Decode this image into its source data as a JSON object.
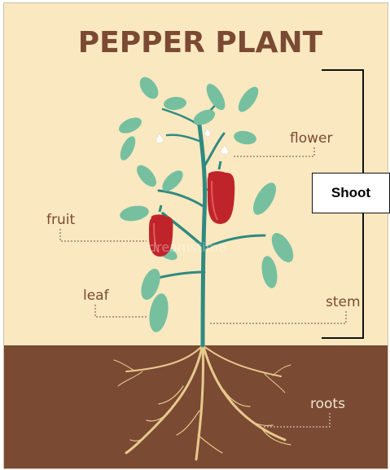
{
  "title": "PEPPER PLANT",
  "labels": {
    "flower": "flower",
    "fruit": "fruit",
    "leaf": "leaf",
    "stem": "stem",
    "roots": "roots",
    "shoot": "Shoot"
  },
  "watermark": "dreamstime",
  "colors": {
    "background": "#fae8c0",
    "soil": "#7a4a33",
    "title": "#7b4a33",
    "leaf": "#76c0a0",
    "stem": "#2f8a80",
    "fruit": "#c0242b",
    "root": "#e8c98e"
  }
}
